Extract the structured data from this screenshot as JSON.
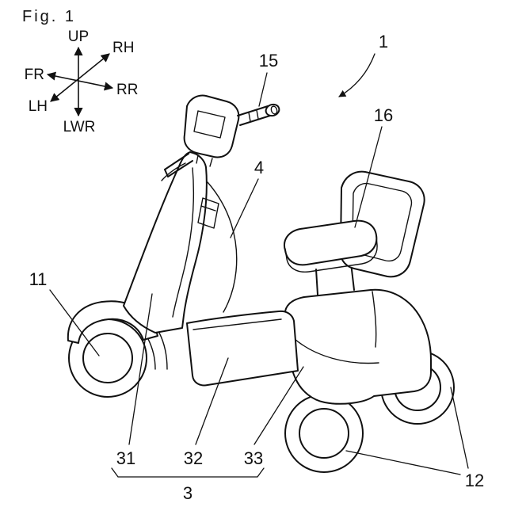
{
  "colors": {
    "background": "#ffffff",
    "line": "#111111"
  },
  "figure": {
    "label": "Fig. 1"
  },
  "compass": {
    "up": "UP",
    "rh": "RH",
    "fr": "FR",
    "rr": "RR",
    "lh": "LH",
    "lwr": "LWR"
  },
  "refs": {
    "r1": "1",
    "r3": "3",
    "r4": "4",
    "r11": "11",
    "r12": "12",
    "r15": "15",
    "r16": "16",
    "r31": "31",
    "r32": "32",
    "r33": "33"
  }
}
